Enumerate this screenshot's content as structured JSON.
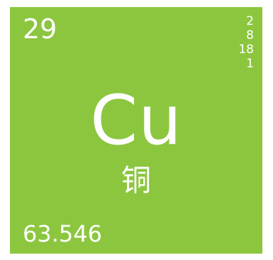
{
  "element": {
    "atomic_number": "29",
    "symbol": "Cu",
    "name_chinese": "铜",
    "atomic_mass": "63.546",
    "electron_shells": [
      "2",
      "8",
      "18",
      "1"
    ]
  },
  "colors": {
    "tile_background": "#8cc63f",
    "text": "#ffffff"
  }
}
